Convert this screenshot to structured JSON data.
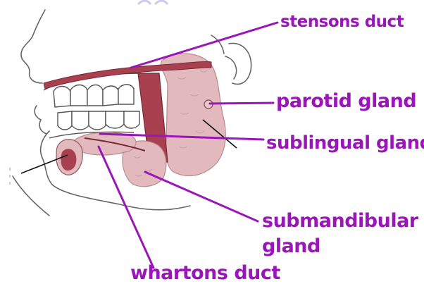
{
  "labels": {
    "stensons_duct": "stensons duct",
    "parotid_gland": "parotid gland",
    "sublingual_gland": "sublingual gland",
    "submandibular_line1": "submandibular",
    "submandibular_line2": "gland",
    "whartons_duct": "whartons duct"
  },
  "colors": {
    "label_purple": "#9a16b8",
    "gland_pink": "#e2b9bc",
    "duct_maroon": "#a8404f",
    "outline": "#555555"
  }
}
